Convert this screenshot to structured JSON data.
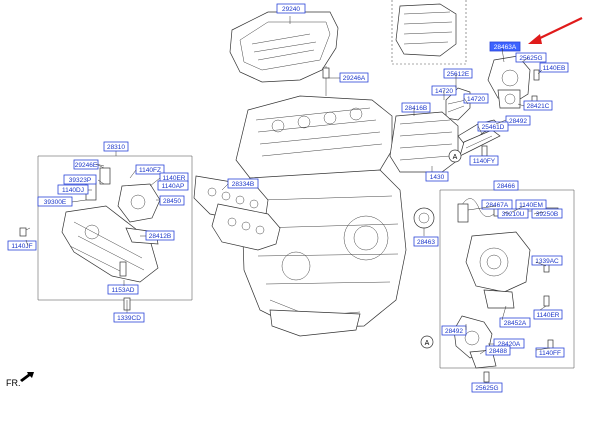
{
  "callouts": [
    {
      "id": "c29240",
      "text": "29240"
    },
    {
      "id": "c29246a",
      "text": "29246A"
    },
    {
      "id": "c28310",
      "text": "28310"
    },
    {
      "id": "c29246e",
      "text": "29246E"
    },
    {
      "id": "c1140fz",
      "text": "1140FZ"
    },
    {
      "id": "c39323p",
      "text": "39323P"
    },
    {
      "id": "c1140er_l",
      "text": "1140ER"
    },
    {
      "id": "c1140dj",
      "text": "1140DJ"
    },
    {
      "id": "c1140ap",
      "text": "1140AP"
    },
    {
      "id": "c28450",
      "text": "28450"
    },
    {
      "id": "c39300e",
      "text": "39300E"
    },
    {
      "id": "c28412b",
      "text": "28412B"
    },
    {
      "id": "c1140jf",
      "text": "1140JF"
    },
    {
      "id": "c1153ad",
      "text": "1153AD"
    },
    {
      "id": "c1339cd",
      "text": "1339CD"
    },
    {
      "id": "c28334b",
      "text": "28334B"
    },
    {
      "id": "c28463a",
      "text": "28463A"
    },
    {
      "id": "c25625g_top",
      "text": "25625G"
    },
    {
      "id": "c1140eb",
      "text": "1140EB"
    },
    {
      "id": "c25612e",
      "text": "25612E"
    },
    {
      "id": "c14720a",
      "text": "14720"
    },
    {
      "id": "c14720b",
      "text": "14720"
    },
    {
      "id": "c28416b",
      "text": "28416B"
    },
    {
      "id": "c28421c",
      "text": "28421C"
    },
    {
      "id": "c28492_top",
      "text": "28492"
    },
    {
      "id": "c25461d",
      "text": "25461D"
    },
    {
      "id": "c1140fy",
      "text": "1140FY"
    },
    {
      "id": "c1430",
      "text": "1430"
    },
    {
      "id": "c28466",
      "text": "28466"
    },
    {
      "id": "c28467a",
      "text": "28467A"
    },
    {
      "id": "c1140em",
      "text": "1140EM"
    },
    {
      "id": "c39210u",
      "text": "39210U"
    },
    {
      "id": "c39250b",
      "text": "39250B"
    },
    {
      "id": "c28463",
      "text": "28463"
    },
    {
      "id": "c1339ac",
      "text": "1339AC"
    },
    {
      "id": "c1140er_r",
      "text": "1140ER"
    },
    {
      "id": "c28452a",
      "text": "28452A"
    },
    {
      "id": "c28492_bot",
      "text": "28492"
    },
    {
      "id": "c28420a",
      "text": "28420A"
    },
    {
      "id": "c28488",
      "text": "28488"
    },
    {
      "id": "c1140ff",
      "text": "1140FF"
    },
    {
      "id": "c25625g_bot",
      "text": "25625G"
    }
  ],
  "ref_marks": [
    "A",
    "A"
  ],
  "front_label": "FR.",
  "colors": {
    "callout_text": "#1a35c9",
    "callout_border": "#2a44d8",
    "highlight": "#3d63ff",
    "arrow": "#e01b1b"
  }
}
